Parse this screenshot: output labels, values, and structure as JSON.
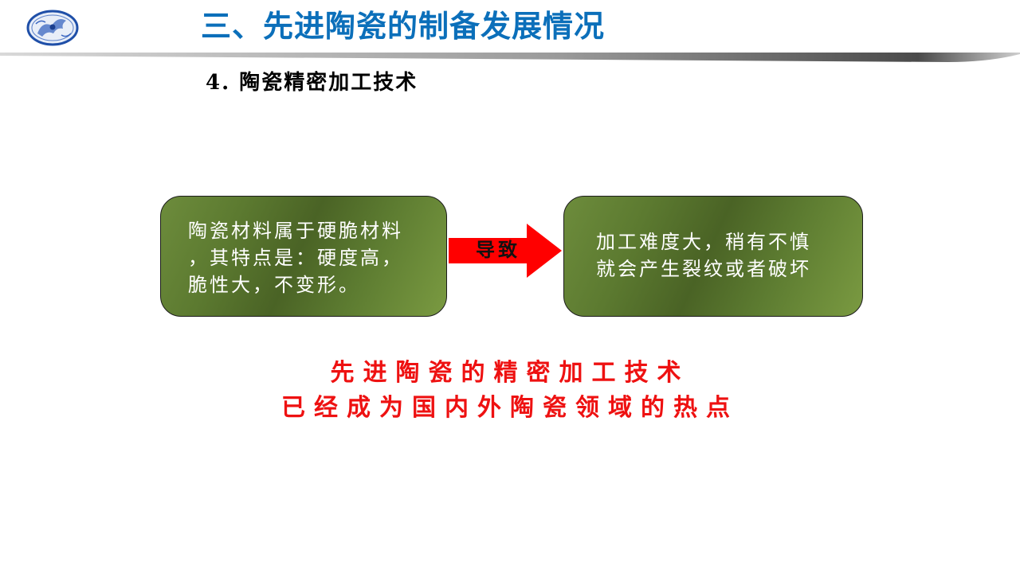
{
  "header": {
    "logo_icon": "blue-white-porcelain-dragon-emblem",
    "title": "三、先进陶瓷的制备发展情况",
    "title_color": "#0b6fba"
  },
  "section": {
    "subtitle": "4. 陶瓷精密加工技术"
  },
  "flow": {
    "cause_box": {
      "lines": [
        "陶瓷材料属于硬脆材料",
        "，其特点是：硬度高，",
        "脆性大，不变形。"
      ]
    },
    "arrow": {
      "label": "导致",
      "color": "#ff0000"
    },
    "effect_box": {
      "lines": [
        "加工难度大，稍有不慎",
        "就会产生裂纹或者破坏"
      ]
    },
    "box_color": "#5c7a30"
  },
  "conclusion": {
    "lines": [
      "先进陶瓷的精密加工技术",
      "已经成为国内外陶瓷领域的热点"
    ],
    "color": "#ee1111"
  }
}
